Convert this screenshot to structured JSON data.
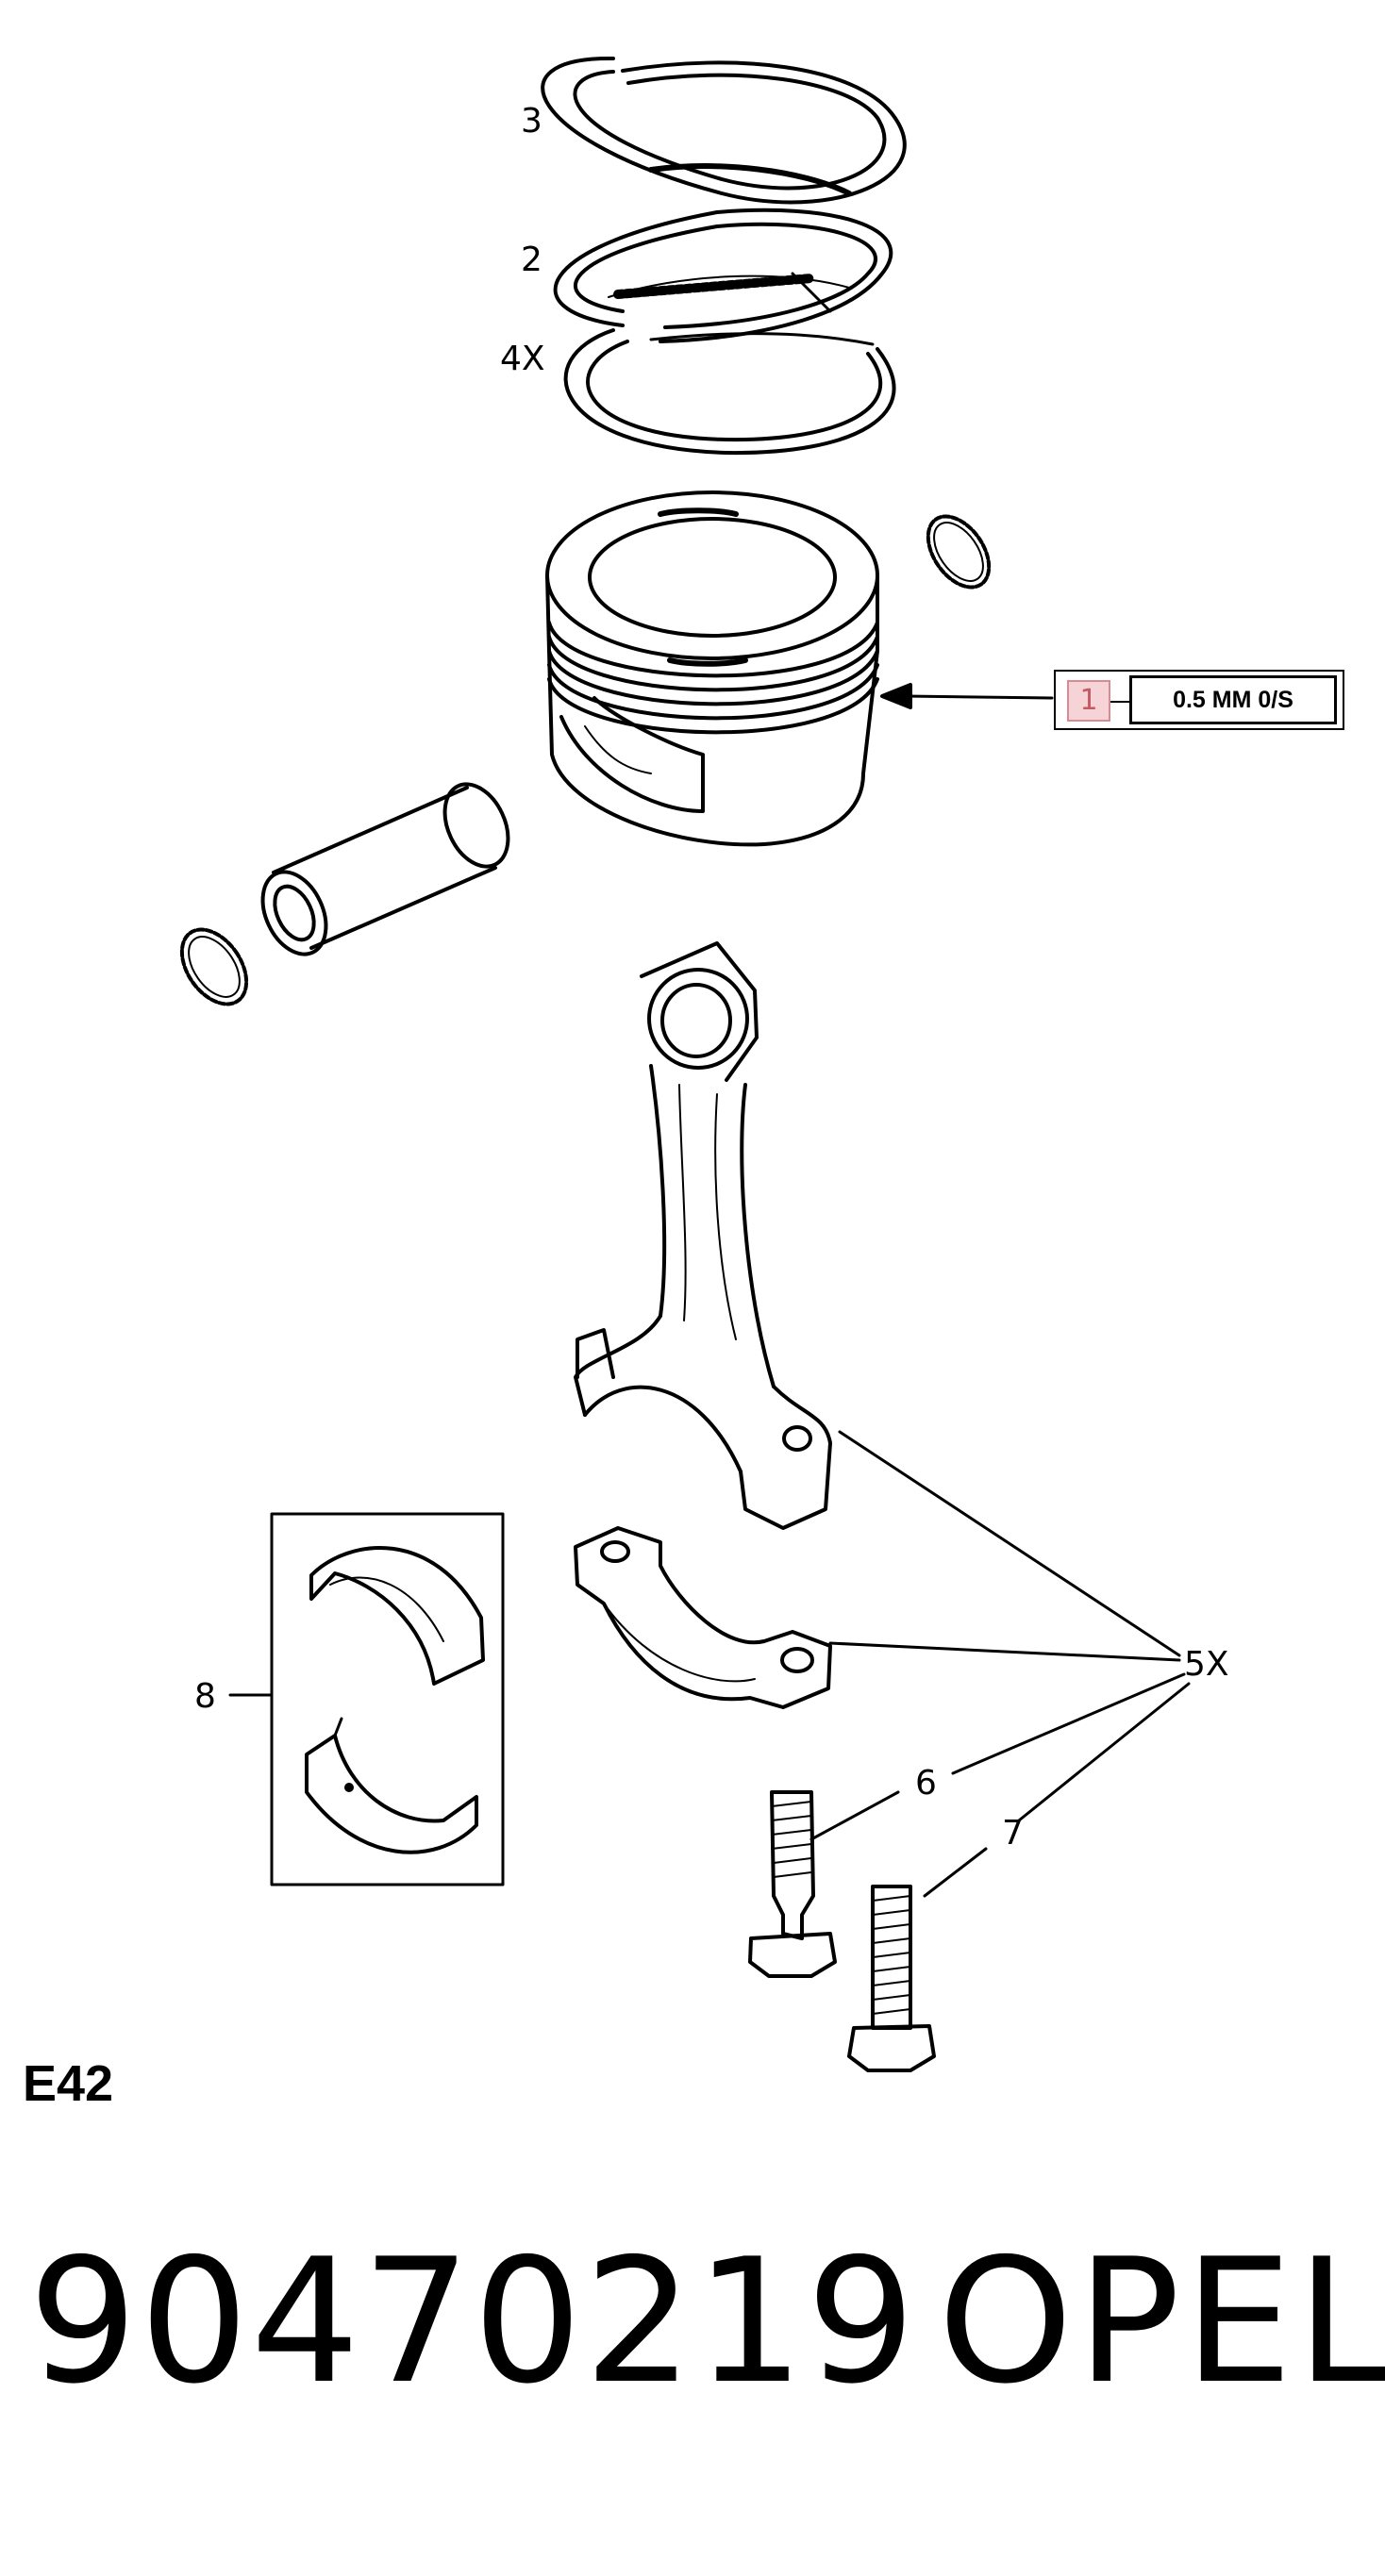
{
  "callout": {
    "ref": "1",
    "text": "0.5 MM 0/S"
  },
  "labels": {
    "ring_top": "3",
    "ring_second": "2",
    "ring_oil": "4X",
    "bearing": "8",
    "rod_qty": "5X",
    "bolt_a": "6",
    "bolt_b": "7"
  },
  "diagram_code": "E42",
  "part_number": "90470219",
  "brand": "OPEL",
  "colors": {
    "callout_fill": "#f6d3d6",
    "callout_border": "#d98b93",
    "callout_text": "#c45a66"
  }
}
